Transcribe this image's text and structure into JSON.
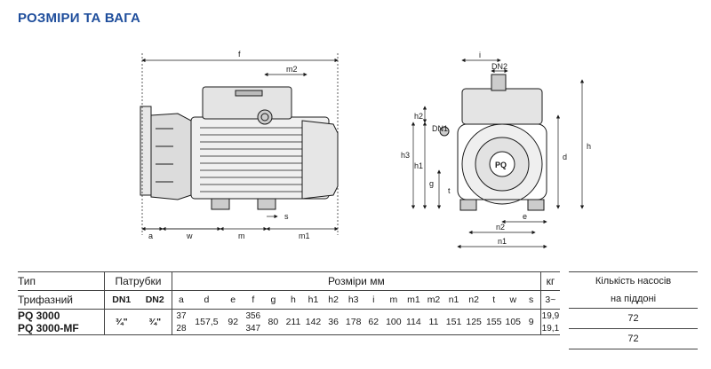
{
  "page": {
    "title": "РОЗМІРИ ТА ВАГА"
  },
  "drawing_labels": {
    "f": "f",
    "m2": "m2",
    "a": "a",
    "w": "w",
    "m": "m",
    "m1": "m1",
    "s": "s",
    "i": "i",
    "DN2": "DN2",
    "h2": "h2",
    "DN1": "DN1",
    "h3": "h3",
    "h1": "h1",
    "g": "g",
    "t": "t",
    "h": "h",
    "d": "d",
    "e": "e",
    "n2": "n2",
    "n1": "n1",
    "logo": "PQ"
  },
  "table": {
    "header": {
      "type": "Тип",
      "ports": "Патрубки",
      "dims": "Розміри мм",
      "kg": "кг",
      "three_phase": "Трифазний",
      "dn1": "DN1",
      "dn2": "DN2",
      "cols": [
        "a",
        "d",
        "e",
        "f",
        "g",
        "h",
        "h1",
        "h2",
        "h3",
        "i",
        "m",
        "m1",
        "m2",
        "n1",
        "n2",
        "t",
        "w",
        "s"
      ],
      "kg_sub": "3~"
    },
    "models": {
      "m1": "PQ 3000",
      "m2": "PQ 3000-MF"
    },
    "ports": {
      "dn1": "¾\"",
      "dn2": "¾\""
    },
    "values": {
      "a1": "37",
      "a2": "28",
      "d": "157,5",
      "e": "92",
      "f1": "356",
      "f2": "347",
      "g": "80",
      "h": "211",
      "h1": "142",
      "h2": "36",
      "h3": "178",
      "i": "62",
      "m": "100",
      "m1": "114",
      "m2": "11",
      "n1": "151",
      "n2": "125",
      "t": "155",
      "w": "105",
      "s": "9"
    },
    "kg": {
      "k1": "19,9",
      "k2": "19,1"
    }
  },
  "pallet": {
    "header_line1": "Кількість насосів",
    "header_line2": "на піддоні",
    "v1": "72",
    "v2": "72"
  }
}
